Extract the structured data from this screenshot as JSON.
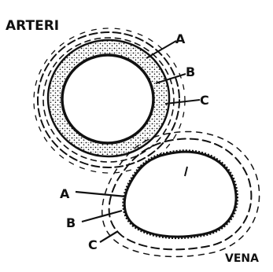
{
  "titles": {
    "artery": "ARTERI",
    "vein": "VENA"
  },
  "artery_labels": [
    "A",
    "B",
    "C"
  ],
  "vein_labels": [
    "A",
    "B",
    "C"
  ],
  "colors": {
    "ink": "#111111",
    "paper": "#ffffff"
  }
}
